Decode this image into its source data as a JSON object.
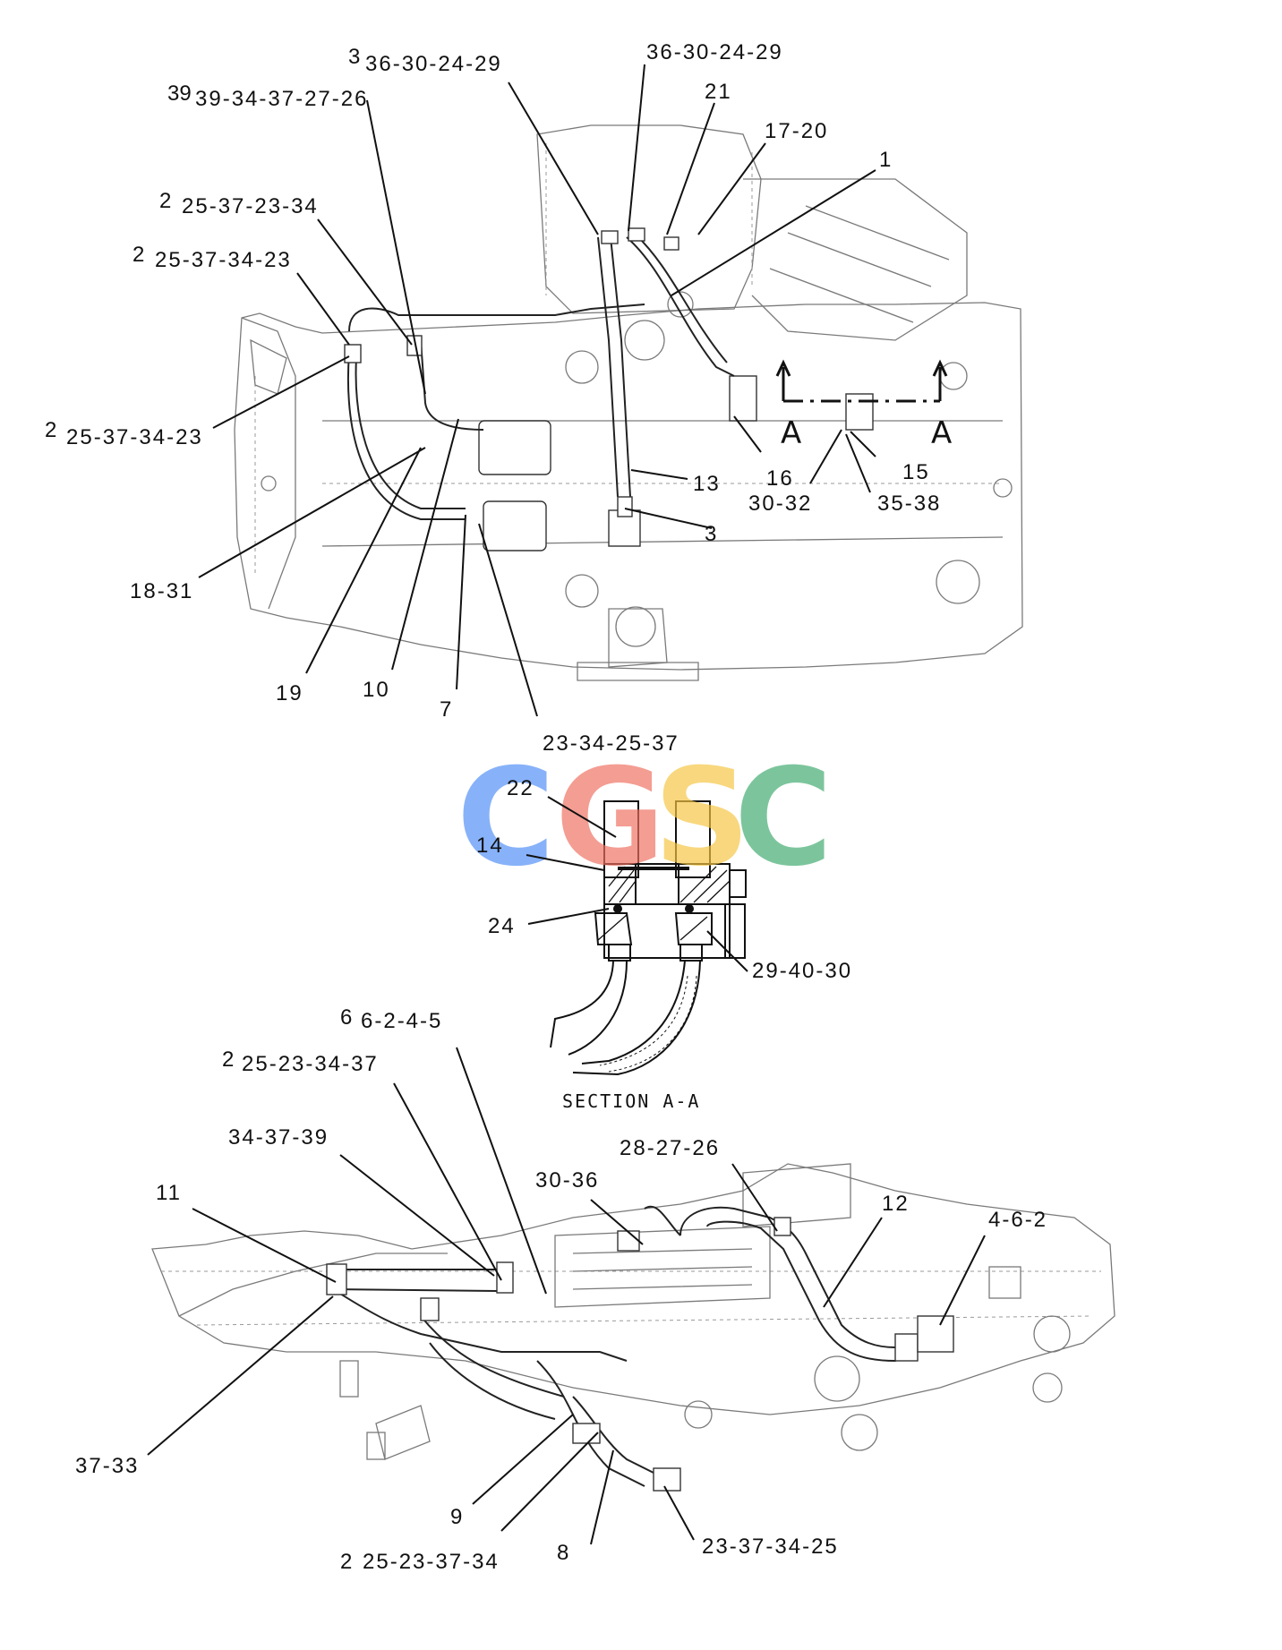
{
  "title": "",
  "top_view": {
    "labels": [
      {
        "id": "lt-1",
        "text": "36-30-24-29",
        "prefix": "3"
      },
      {
        "id": "lt-2",
        "text": "36-30-24-29",
        "prefix": ""
      },
      {
        "id": "lt-3",
        "text": "39-34-37-27-26",
        "prefix": "39"
      },
      {
        "id": "lt-4",
        "text": "21",
        "prefix": ""
      },
      {
        "id": "lt-5",
        "text": "17-20",
        "prefix": ""
      },
      {
        "id": "lt-6",
        "text": "1",
        "prefix": ""
      },
      {
        "id": "lt-7",
        "text": "25-37-23-34",
        "prefix": "2"
      },
      {
        "id": "lt-8",
        "text": "25-37-34-23",
        "prefix": "2"
      },
      {
        "id": "lt-9",
        "text": "25-37-34-23",
        "prefix": "2"
      },
      {
        "id": "lt-10",
        "text": "13",
        "prefix": ""
      },
      {
        "id": "lt-11",
        "text": "16",
        "prefix": ""
      },
      {
        "id": "lt-12",
        "text": "30-32",
        "prefix": ""
      },
      {
        "id": "lt-13",
        "text": "15",
        "prefix": ""
      },
      {
        "id": "lt-14",
        "text": "35-38",
        "prefix": ""
      },
      {
        "id": "lt-15",
        "text": "3",
        "prefix": ""
      },
      {
        "id": "lt-16",
        "text": "18-31",
        "prefix": ""
      },
      {
        "id": "lt-17",
        "text": "19",
        "prefix": ""
      },
      {
        "id": "lt-18",
        "text": "10",
        "prefix": ""
      },
      {
        "id": "lt-19",
        "text": "7",
        "prefix": ""
      },
      {
        "id": "lt-20",
        "text": "23-34-25-37",
        "prefix": ""
      }
    ],
    "section_marks": [
      "A",
      "A"
    ]
  },
  "section_view": {
    "title": "SECTION A-A",
    "labels": [
      {
        "id": "ls-1",
        "text": "22"
      },
      {
        "id": "ls-2",
        "text": "14"
      },
      {
        "id": "ls-3",
        "text": "24"
      },
      {
        "id": "ls-4",
        "text": "29-40-30"
      }
    ]
  },
  "bottom_view": {
    "labels": [
      {
        "id": "lb-1",
        "text": "6-2-4-5",
        "prefix": "6"
      },
      {
        "id": "lb-2",
        "text": "25-23-34-37",
        "prefix": "2"
      },
      {
        "id": "lb-3",
        "text": "34-37-39",
        "prefix": ""
      },
      {
        "id": "lb-4",
        "text": "28-27-26",
        "prefix": ""
      },
      {
        "id": "lb-5",
        "text": "30-36",
        "prefix": ""
      },
      {
        "id": "lb-6",
        "text": "11",
        "prefix": ""
      },
      {
        "id": "lb-7",
        "text": "12",
        "prefix": ""
      },
      {
        "id": "lb-8",
        "text": "4-6-2",
        "prefix": ""
      },
      {
        "id": "lb-9",
        "text": "37-33",
        "prefix": ""
      },
      {
        "id": "lb-10",
        "text": "9",
        "prefix": ""
      },
      {
        "id": "lb-11",
        "text": "8",
        "prefix": ""
      },
      {
        "id": "lb-12",
        "text": "23-37-34-25",
        "prefix": ""
      },
      {
        "id": "lb-13",
        "text": "25-23-37-34",
        "prefix": "2"
      }
    ]
  },
  "watermark": {
    "letters": [
      "C",
      "G",
      "S",
      "C"
    ],
    "colors": [
      "#4f8ef7",
      "#ef6f60",
      "#f5c542",
      "#3faa6e"
    ]
  }
}
